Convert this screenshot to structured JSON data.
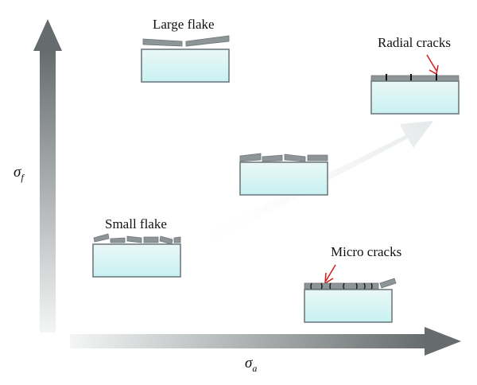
{
  "labels": {
    "large_flake": "Large flake",
    "radial_cracks": "Radial cracks",
    "small_flake": "Small flake",
    "micro_cracks": "Micro cracks"
  },
  "axes": {
    "y": {
      "symbol": "σ",
      "subscript": "f"
    },
    "x": {
      "symbol": "σ",
      "subscript": "a"
    }
  },
  "colors": {
    "substrate_top": "#e9f7f7",
    "substrate_bottom": "#c9f2f2",
    "substrate_border": "#6f7c80",
    "coating": "#8e9596",
    "arrow_dark": "#6d7374",
    "arrow_light": "#f2f4f4",
    "pointer": "#d21a1a"
  }
}
